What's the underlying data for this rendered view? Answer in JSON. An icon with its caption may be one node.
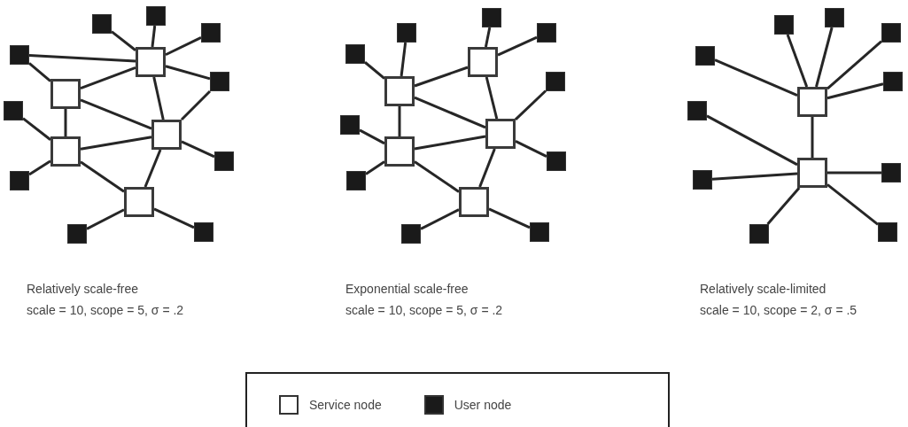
{
  "diagram": {
    "nodes": [
      {
        "text": [],
        "shape": "box"
      },
      {
        "text": [],
        "shape": "box"
      },
      {
        "text": [],
        "shape": "box"
      },
      {
        "text": [],
        "shape": "box"
      },
      {
        "text": [],
        "shape": "box"
      },
      {
        "text": [],
        "shape": "block"
      },
      {
        "text": [],
        "shape": "block"
      },
      {
        "text": [],
        "shape": "block"
      },
      {
        "text": [],
        "shape": "block"
      },
      {
        "text": [],
        "shape": "block"
      },
      {
        "text": [],
        "shape": "block"
      },
      {
        "text": [],
        "shape": "block"
      },
      {
        "text": [],
        "shape": "block"
      },
      {
        "text": [],
        "shape": "block"
      },
      {
        "text": [],
        "shape": "block"
      },
      {
        "text": [],
        "shape": "box"
      },
      {
        "text": [],
        "shape": "box"
      },
      {
        "text": [],
        "shape": "box"
      },
      {
        "text": [],
        "shape": "box"
      },
      {
        "text": [],
        "shape": "box"
      },
      {
        "text": [],
        "shape": "block"
      },
      {
        "text": [],
        "shape": "block"
      },
      {
        "text": [],
        "shape": "block"
      },
      {
        "text": [],
        "shape": "block"
      },
      {
        "text": [],
        "shape": "block"
      },
      {
        "text": [],
        "shape": "block"
      },
      {
        "text": [],
        "shape": "block"
      },
      {
        "text": [],
        "shape": "block"
      },
      {
        "text": [],
        "shape": "block"
      },
      {
        "text": [],
        "shape": "block"
      },
      {
        "text": [],
        "shape": "box"
      },
      {
        "text": [],
        "shape": "box"
      },
      {
        "text": [],
        "shape": "block"
      },
      {
        "text": [],
        "shape": "block"
      },
      {
        "text": [],
        "shape": "block"
      },
      {
        "text": [],
        "shape": "block"
      },
      {
        "text": [],
        "shape": "block"
      },
      {
        "text": [],
        "shape": "block"
      },
      {
        "text": [],
        "shape": "block"
      },
      {
        "text": [],
        "shape": "block"
      },
      {
        "text": [],
        "shape": "block"
      },
      {
        "text": [],
        "shape": "block"
      }
    ],
    "edges": [
      {
        "from": 5,
        "to": 0,
        "arrow": "none"
      },
      {
        "from": 6,
        "to": 0,
        "arrow": "none"
      },
      {
        "from": 7,
        "to": 0,
        "arrow": "none"
      },
      {
        "from": 8,
        "to": 0,
        "arrow": "none"
      },
      {
        "from": 8,
        "to": 1,
        "arrow": "none"
      },
      {
        "from": 0,
        "to": 9,
        "arrow": "none"
      },
      {
        "from": 0,
        "to": 1,
        "arrow": "none"
      },
      {
        "from": 0,
        "to": 2,
        "arrow": "none"
      },
      {
        "from": 2,
        "to": 9,
        "arrow": "none"
      },
      {
        "from": 1,
        "to": 3,
        "arrow": "none"
      },
      {
        "from": 1,
        "to": 2,
        "arrow": "none"
      },
      {
        "from": 10,
        "to": 3,
        "arrow": "none"
      },
      {
        "from": 12,
        "to": 3,
        "arrow": "none"
      },
      {
        "from": 3,
        "to": 2,
        "arrow": "none"
      },
      {
        "from": 3,
        "to": 4,
        "arrow": "none"
      },
      {
        "from": 2,
        "to": 4,
        "arrow": "none"
      },
      {
        "from": 2,
        "to": 11,
        "arrow": "none"
      },
      {
        "from": 4,
        "to": 13,
        "arrow": "none"
      },
      {
        "from": 4,
        "to": 14,
        "arrow": "none"
      },
      {
        "from": 20,
        "to": 16,
        "arrow": "none"
      },
      {
        "from": 21,
        "to": 16,
        "arrow": "none"
      },
      {
        "from": 22,
        "to": 15,
        "arrow": "none"
      },
      {
        "from": 23,
        "to": 15,
        "arrow": "none"
      },
      {
        "from": 15,
        "to": 16,
        "arrow": "none"
      },
      {
        "from": 15,
        "to": 17,
        "arrow": "none"
      },
      {
        "from": 16,
        "to": 17,
        "arrow": "none"
      },
      {
        "from": 16,
        "to": 18,
        "arrow": "none"
      },
      {
        "from": 18,
        "to": 17,
        "arrow": "none"
      },
      {
        "from": 25,
        "to": 18,
        "arrow": "none"
      },
      {
        "from": 27,
        "to": 18,
        "arrow": "none"
      },
      {
        "from": 18,
        "to": 19,
        "arrow": "none"
      },
      {
        "from": 17,
        "to": 19,
        "arrow": "none"
      },
      {
        "from": 24,
        "to": 17,
        "arrow": "none"
      },
      {
        "from": 26,
        "to": 17,
        "arrow": "none"
      },
      {
        "from": 19,
        "to": 28,
        "arrow": "none"
      },
      {
        "from": 19,
        "to": 29,
        "arrow": "none"
      },
      {
        "from": 32,
        "to": 30,
        "arrow": "none"
      },
      {
        "from": 33,
        "to": 30,
        "arrow": "none"
      },
      {
        "from": 34,
        "to": 30,
        "arrow": "none"
      },
      {
        "from": 35,
        "to": 30,
        "arrow": "none"
      },
      {
        "from": 36,
        "to": 30,
        "arrow": "none"
      },
      {
        "from": 30,
        "to": 31,
        "arrow": "none"
      },
      {
        "from": 37,
        "to": 31,
        "arrow": "none"
      },
      {
        "from": 38,
        "to": 31,
        "arrow": "none"
      },
      {
        "from": 39,
        "to": 31,
        "arrow": "none"
      },
      {
        "from": 40,
        "to": 31,
        "arrow": "none"
      },
      {
        "from": 41,
        "to": 31,
        "arrow": "none"
      }
    ],
    "labels": [
      "Relatively scale-free",
      "scale = 10, scope = 5, σ = .2",
      "Exponential scale-free",
      "scale = 10, scope = 5, σ = .2",
      "Relatively scale-limited",
      "scale = 10, scope = 2, σ = .5"
    ],
    "legend": [
      {
        "text": "Service node",
        "color": "#ffffff"
      },
      {
        "text": "User node",
        "color": "#1a1a1a"
      }
    ]
  }
}
